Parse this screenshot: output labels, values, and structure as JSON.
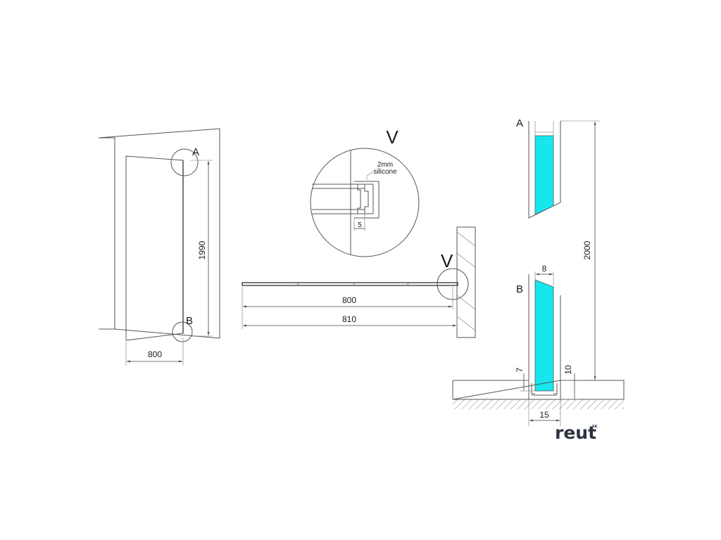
{
  "elevation": {
    "detail_a_label": "A",
    "detail_b_label": "B",
    "height_dimension": "1990",
    "width_dimension": "800"
  },
  "plan": {
    "detail_v_label": "V",
    "panel_dimension": "800",
    "overall_dimension": "810"
  },
  "detail_v": {
    "title": "V",
    "note_line1": "2mm",
    "note_line2": "silicone",
    "gap_dimension": "5"
  },
  "section": {
    "detail_a_label": "A",
    "detail_b_label": "B",
    "glass_thickness": "8",
    "total_height": "2000",
    "profile_inner_height": "7",
    "profile_height": "10",
    "profile_width": "15"
  },
  "colors": {
    "glass": "#16e6ee",
    "line": "#555555"
  },
  "logo": {
    "text": "reut",
    "sup": "SK"
  }
}
